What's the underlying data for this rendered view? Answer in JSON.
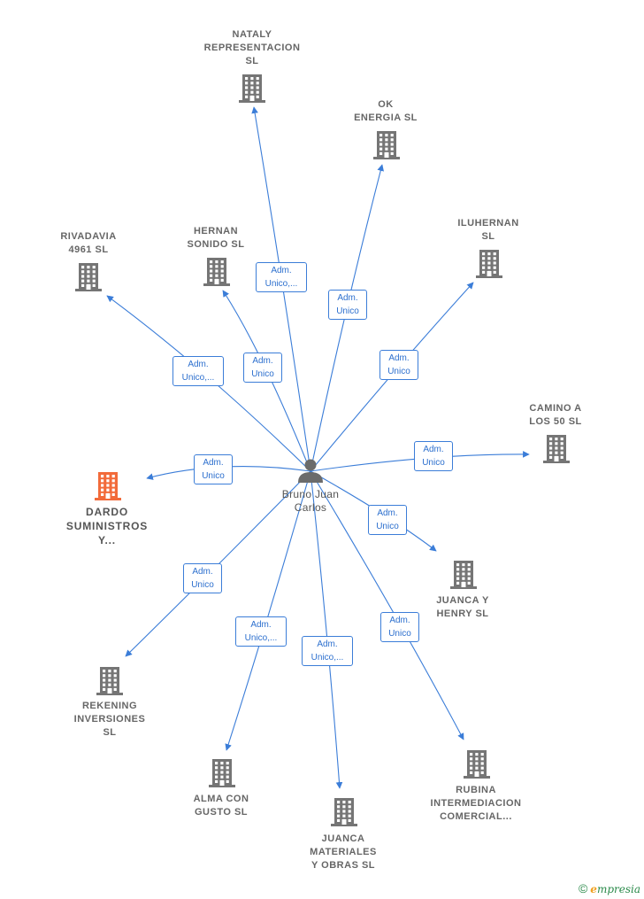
{
  "center": {
    "label": "Bruno Juan\nCarlos",
    "icon": "person-icon"
  },
  "companies": [
    {
      "key": "nataly",
      "label": "NATALY\nREPRESENTACION\nSL",
      "icon": "building-icon",
      "highlight": false
    },
    {
      "key": "ok-energia",
      "label": "OK\nENERGIA  SL",
      "icon": "building-icon",
      "highlight": false
    },
    {
      "key": "rivadavia",
      "label": "RIVADAVIA\n4961  SL",
      "icon": "building-icon",
      "highlight": false
    },
    {
      "key": "hernan",
      "label": "HERNAN\nSONIDO  SL",
      "icon": "building-icon",
      "highlight": false
    },
    {
      "key": "iluhernan",
      "label": "ILUHERNAN\nSL",
      "icon": "building-icon",
      "highlight": false
    },
    {
      "key": "camino",
      "label": "CAMINO A\nLOS 50  SL",
      "icon": "building-icon",
      "highlight": false
    },
    {
      "key": "dardo",
      "label": "DARDO\nSUMINISTROS\nY...",
      "icon": "building-icon",
      "highlight": true
    },
    {
      "key": "juanca-henry",
      "label": "JUANCA Y\nHENRY  SL",
      "icon": "building-icon",
      "highlight": false
    },
    {
      "key": "rekening",
      "label": "REKENING\nINVERSIONES\nSL",
      "icon": "building-icon",
      "highlight": false
    },
    {
      "key": "alma",
      "label": "ALMA CON\nGUSTO  SL",
      "icon": "building-icon",
      "highlight": false
    },
    {
      "key": "juanca-materiales",
      "label": "JUANCA\nMATERIALES\nY OBRAS  SL",
      "icon": "building-icon",
      "highlight": false
    },
    {
      "key": "rubina",
      "label": "RUBINA\nINTERMEDIACION\nCOMERCIAL...",
      "icon": "building-icon",
      "highlight": false
    }
  ],
  "edges": [
    {
      "to": "nataly",
      "label": "Adm.\nUnico,..."
    },
    {
      "to": "ok-energia",
      "label": "Adm.\nUnico"
    },
    {
      "to": "rivadavia",
      "label": "Adm.\nUnico,..."
    },
    {
      "to": "hernan",
      "label": "Adm.\nUnico"
    },
    {
      "to": "iluhernan",
      "label": "Adm.\nUnico"
    },
    {
      "to": "camino",
      "label": "Adm.\nUnico"
    },
    {
      "to": "dardo",
      "label": "Adm.\nUnico"
    },
    {
      "to": "juanca-henry",
      "label": "Adm.\nUnico"
    },
    {
      "to": "rekening",
      "label": "Adm.\nUnico"
    },
    {
      "to": "alma",
      "label": "Adm.\nUnico,..."
    },
    {
      "to": "juanca-materiales",
      "label": "Adm.\nUnico,..."
    },
    {
      "to": "rubina",
      "label": "Adm.\nUnico"
    }
  ],
  "colors": {
    "edge": "#3b7dd8",
    "building": "#757575",
    "highlight": "#f26b3a",
    "person": "#6b6b6b"
  },
  "footer": {
    "copyright": "©",
    "brand_e": "e",
    "brand_rest": "mpresia"
  }
}
